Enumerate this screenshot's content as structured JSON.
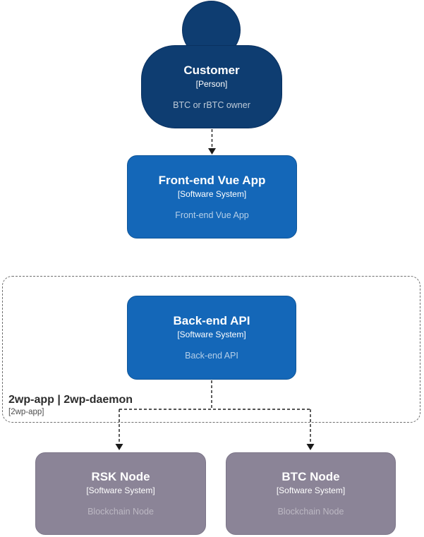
{
  "nodes": {
    "customer": {
      "name": "Customer",
      "type": "[Person]",
      "description": "BTC or rBTC owner"
    },
    "frontend": {
      "name": "Front-end Vue App",
      "type": "[Software System]",
      "description": "Front-end Vue App"
    },
    "backend": {
      "name": "Back-end API",
      "type": "[Software System]",
      "description": "Back-end API"
    },
    "rsk_node": {
      "name": "RSK Node",
      "type": "[Software System]",
      "description": "Blockchain Node"
    },
    "btc_node": {
      "name": "BTC Node",
      "type": "[Software System]",
      "description": "Blockchain Node"
    }
  },
  "boundary": {
    "label": "2wp-app | 2wp-daemon",
    "sublabel": "[2wp-app]"
  },
  "edges": [
    {
      "from": "customer",
      "to": "frontend",
      "style": "dashed-arrow"
    },
    {
      "from": "backend",
      "to": "rsk_node",
      "style": "dashed-arrow"
    },
    {
      "from": "backend",
      "to": "btc_node",
      "style": "dashed-arrow"
    }
  ],
  "colors": {
    "person_fill": "#0E3D71",
    "system_fill": "#1467B8",
    "external_fill": "#8B8497",
    "boundary_border": "#6E6E6E",
    "connector": "#1A1A1A",
    "background": "#FFFFFF"
  }
}
